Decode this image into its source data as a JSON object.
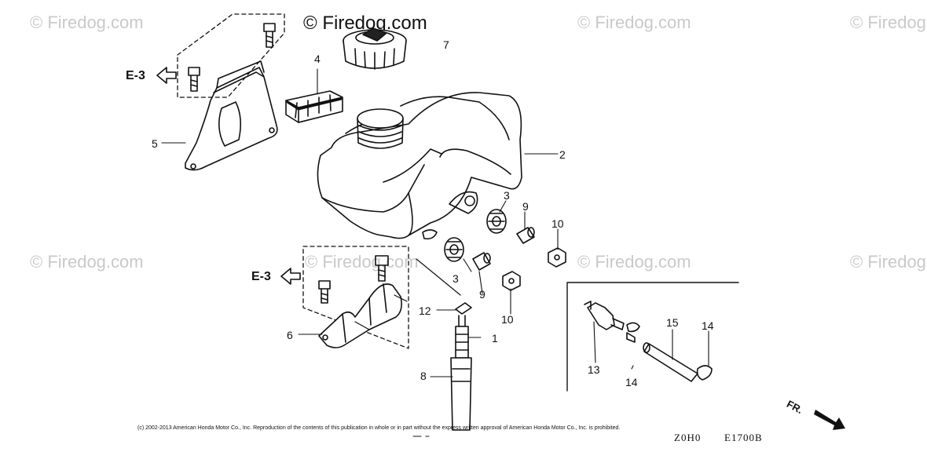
{
  "watermarks": [
    "© Firedog.com",
    "© Firedog.com",
    "© Firedog.com",
    "© Firedog.com",
    "© Firedog.com",
    "© Firedog.com",
    "© Firedog.com",
    "© Firedog.com"
  ],
  "brand": "© Firedog.com",
  "refs": {
    "top": "E-3",
    "bottom": "E-3"
  },
  "labels": {
    "p1": "1",
    "p2": "2",
    "p3a": "3",
    "p3b": "3",
    "p4": "4",
    "p5": "5",
    "p6": "6",
    "p7": "7",
    "p8": "8",
    "p9a": "9",
    "p9b": "9",
    "p10a": "10",
    "p10b": "10",
    "p12": "12",
    "p13": "13",
    "p14a": "14",
    "p14b": "14",
    "p15": "15"
  },
  "front_marker": "FR.",
  "diagram_codes": [
    "Z0H0",
    "E1700B"
  ],
  "copyright": "(c) 2002-2013 American Honda Motor Co., Inc. Reproduction of the contents of this publication in whole or in part without the express written approval of American Honda Motor Co., Inc. is prohibited."
}
